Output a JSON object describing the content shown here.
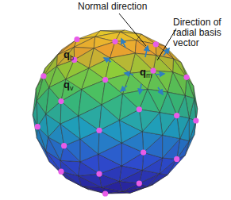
{
  "diagram": {
    "labels": [
      "Normal direction",
      "Direction of radial basis vector",
      "qb",
      "qv",
      "qm"
    ]
  }
}
